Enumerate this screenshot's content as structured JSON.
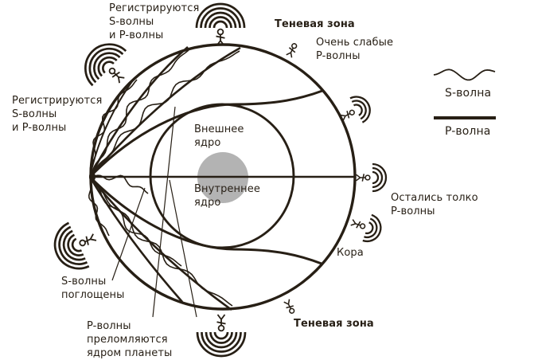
{
  "labels": {
    "registered_sp_top": "Регистрируются\nS-волны\nи P-волны",
    "registered_sp_left": "Регистрируются\nS-волны\nи P-волны",
    "shadow_zone_top": "Теневая зона",
    "very_weak_p": "Очень слабые\nP-волны",
    "outer_core": "Внешнее\nядро",
    "inner_core": "Внутреннее\nядро",
    "only_p_waves": "Остались толко\nP-волны",
    "crust": "Кора",
    "shadow_zone_bottom": "Теневая зона",
    "s_absorbed": "S-волны\nпоглощены",
    "p_refracted": "P-волны\nпреломляются\nядром планеты"
  },
  "legend": {
    "s_wave": "S-волна",
    "p_wave": "P-волна"
  },
  "colors": {
    "ink": "#271f15",
    "inner_core_fill": "#b3b3b3",
    "background": "#ffffff"
  }
}
